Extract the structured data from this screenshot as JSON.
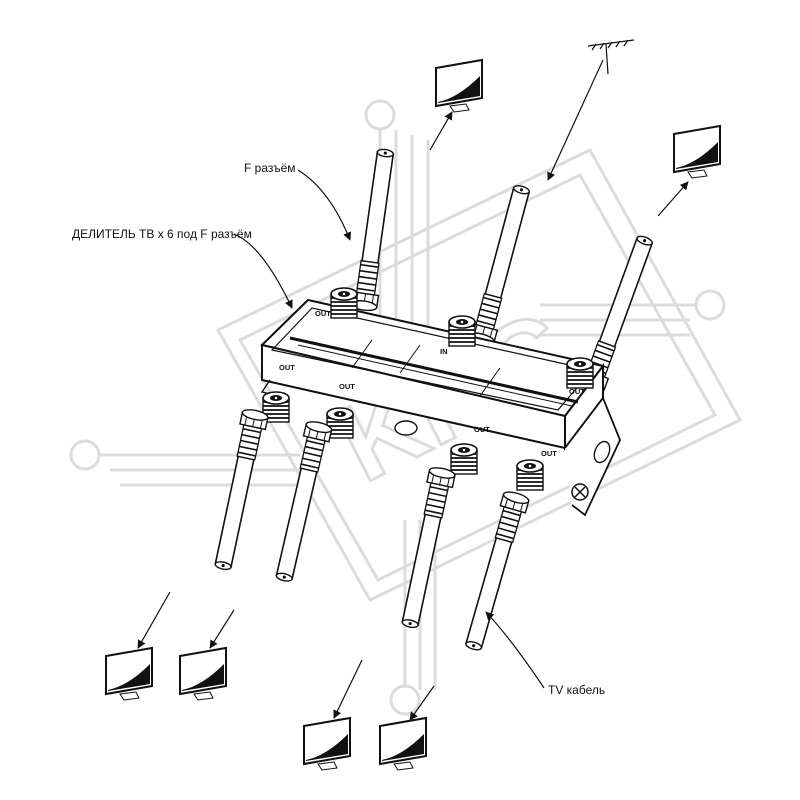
{
  "labels": {
    "f_connector": "F разъём",
    "splitter": "ДЕЛИТЕЛЬ ТВ х 6 под F разъём",
    "tv_cable": "TV кабель"
  },
  "ports": {
    "in": "IN",
    "out": "OUT"
  },
  "watermark": "KKC",
  "colors": {
    "ink": "#111111",
    "watermark": "#dddddd",
    "background": "#ffffff"
  },
  "icons": [
    "antenna-icon",
    "tv-icon",
    "f-connector-icon",
    "coax-cable-icon",
    "splitter-body-icon",
    "ground-screw-icon"
  ]
}
